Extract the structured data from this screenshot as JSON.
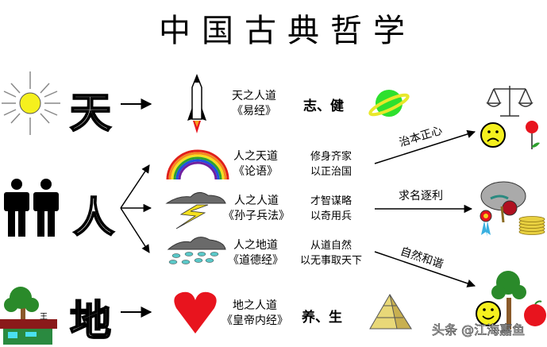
{
  "title": "中国古典哲学",
  "rows": {
    "heaven": {
      "char": "天",
      "label_line1": "天之人道",
      "label_line2": "《易经》",
      "virtues": "志、健"
    },
    "human": {
      "char": "人",
      "branches": [
        {
          "label_line1": "人之天道",
          "label_line2": "《论语》",
          "text_line1": "修身齐家",
          "text_line2": "以正治国",
          "arrow_label": "治本正心"
        },
        {
          "label_line1": "人之人道",
          "label_line2": "《孙子兵法》",
          "text_line1": "才智谋略",
          "text_line2": "以奇用兵",
          "arrow_label": "求名逐利"
        },
        {
          "label_line1": "人之地道",
          "label_line2": "《道德经》",
          "text_line1": "从道自然",
          "text_line2": "以无事取天下",
          "arrow_label": "自然和谐"
        }
      ]
    },
    "earth": {
      "char": "地",
      "label_line1": "地之人道",
      "label_line2": "《皇帝内经》",
      "virtues": "养、生"
    }
  },
  "icons": [
    "sun-icon",
    "rocket-icon",
    "planet-icon",
    "people-icon",
    "rainbow-icon",
    "storm-cloud-icon",
    "rain-cloud-icon",
    "scales-icon",
    "sad-face-icon",
    "flower-icon",
    "brain-icon",
    "medal-icon",
    "coins-icon",
    "house-tree-icon",
    "heart-icon",
    "pyramid-icon",
    "tree-icon",
    "smiley-icon",
    "apple-icon"
  ],
  "colors": {
    "sun": "#f5f01e",
    "planet": "#2ee02e",
    "heart": "#e8141e",
    "rainbow_red": "#e0201a"
  },
  "watermark": "头条 @江海嘉鱼"
}
